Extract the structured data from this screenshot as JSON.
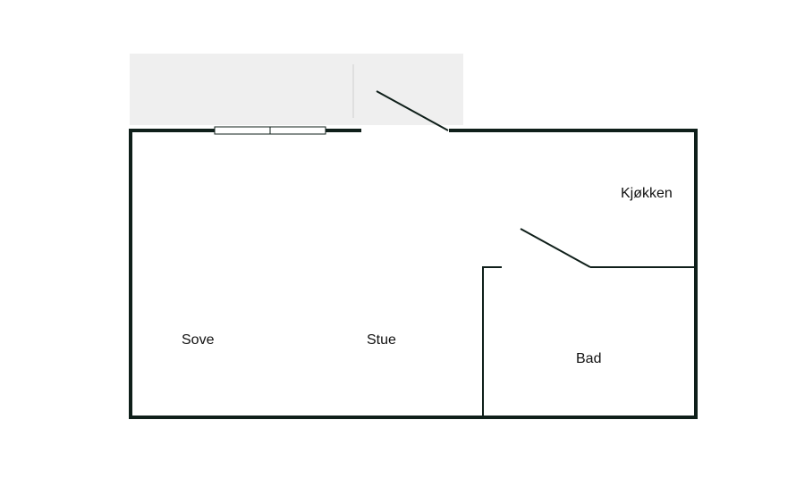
{
  "floorplan": {
    "rooms": [
      {
        "id": "sove",
        "label": "Sove"
      },
      {
        "id": "stue",
        "label": "Stue"
      },
      {
        "id": "kjokken",
        "label": "Kjøkken"
      },
      {
        "id": "bad",
        "label": "Bad"
      }
    ],
    "colors": {
      "wall": "#0f1f1a",
      "balcony": "#efefef",
      "window_fill": "#ffffff",
      "background": "#ffffff"
    }
  }
}
